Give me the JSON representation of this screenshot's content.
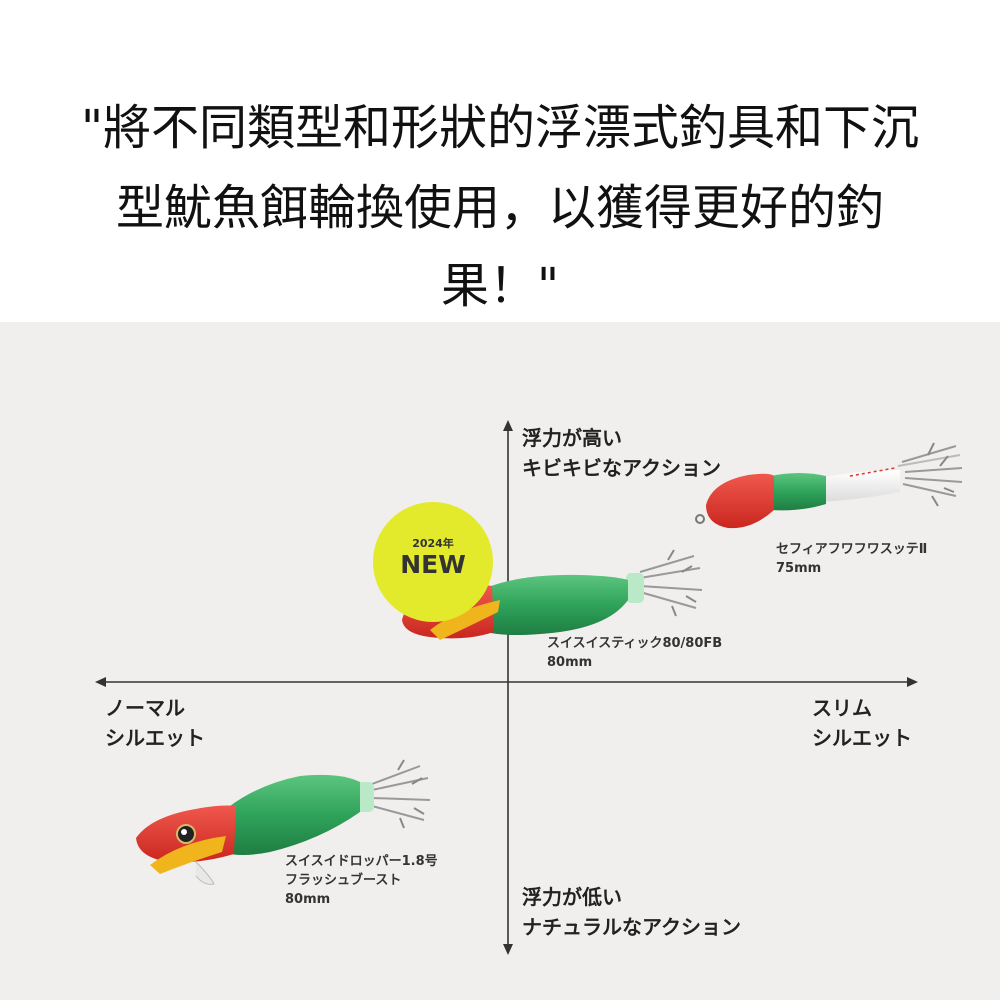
{
  "header": {
    "lines": [
      "\"將不同類型和形狀的浮漂式釣具和下沉",
      "型魷魚餌輪換使用，以獲得更好的釣",
      "果！\""
    ]
  },
  "diagram": {
    "axis_top": [
      "浮力が高い",
      "キビキビなアクション"
    ],
    "axis_bottom": [
      "浮力が低い",
      "ナチュラルなアクション"
    ],
    "axis_left": [
      "ノーマル",
      "シルエット"
    ],
    "axis_right": [
      "スリム",
      "シルエット"
    ],
    "badge": {
      "year": "2024年",
      "label": "NEW"
    },
    "products": [
      {
        "name": "セフィアフワフワスッテⅡ",
        "size": "75mm"
      },
      {
        "name": "スイスイスティック80/80FB",
        "size": "80mm"
      },
      {
        "name": "スイスイドロッパー1.8号",
        "sub": "フラッシュブースト",
        "size": "80mm"
      }
    ]
  },
  "colors": {
    "background": "#f1efee",
    "lure_red": "#e0352c",
    "lure_green": "#2fa35a",
    "badge": "#e3ea2c"
  }
}
